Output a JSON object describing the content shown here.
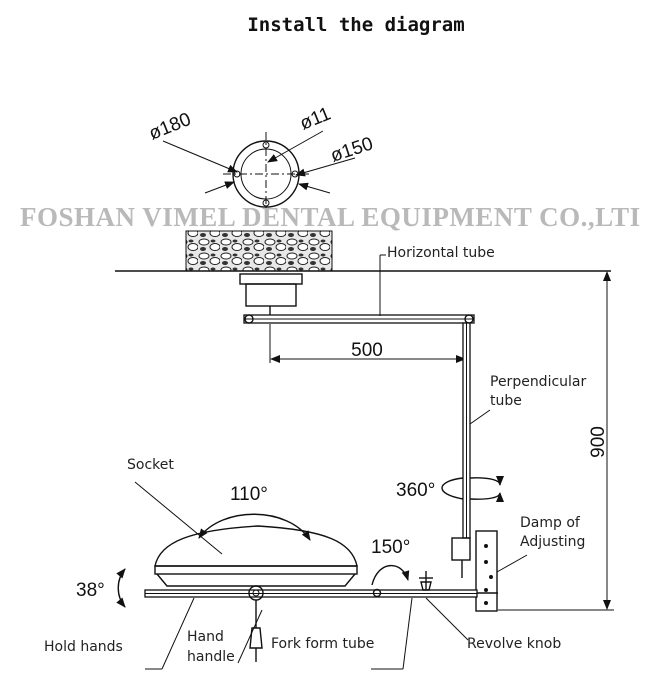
{
  "title": "Install the diagram",
  "watermark": "FOSHAN VIMEL DENTAL EQUIPMENT CO.,LTI",
  "dimensions": {
    "outer_diameter": "ø180",
    "hole_diameter": "ø11",
    "bolt_circle": "ø150",
    "horizontal_length": "500",
    "height": "900"
  },
  "angles": {
    "lamp_head": "110°",
    "vertical_rotation": "360°",
    "fork_rotation": "150°",
    "tilt": "38°"
  },
  "labels": {
    "horizontal_tube": "Horizontal tube",
    "perpendicular_tube_1": "Perpendicular",
    "perpendicular_tube_2": "tube",
    "socket": "Socket",
    "damp_1": "Damp of",
    "damp_2": "Adjusting",
    "hold_hands": "Hold hands",
    "hand_handle_1": "Hand",
    "hand_handle_2": "handle",
    "fork_form_tube": "Fork form tube",
    "revolve_knob": "Revolve knob"
  }
}
